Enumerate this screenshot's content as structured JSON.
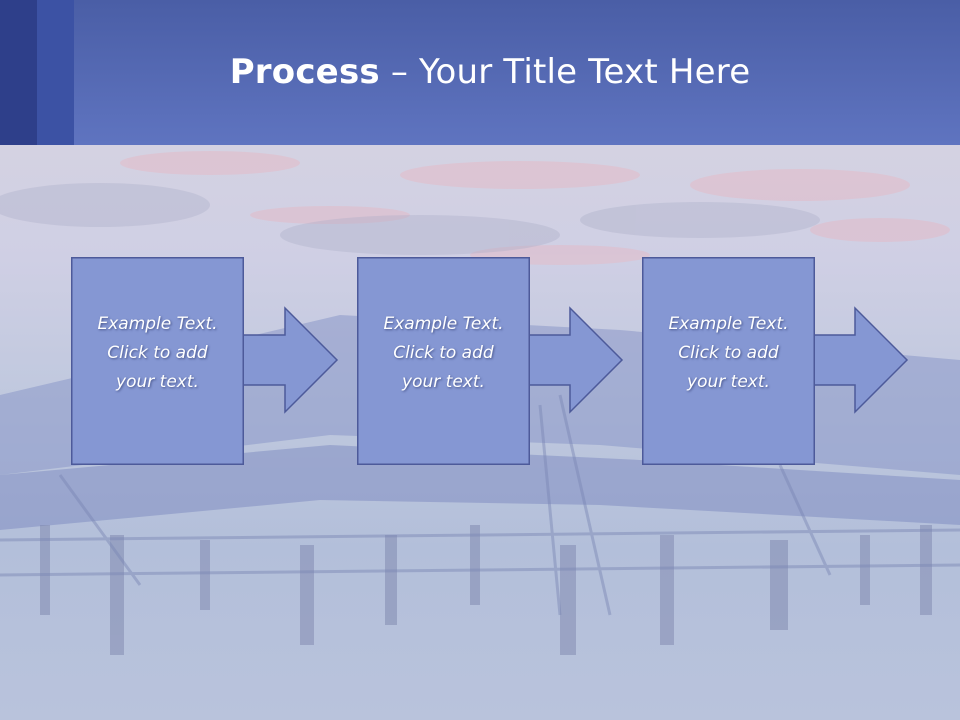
{
  "slide": {
    "title_bold": "Process",
    "title_rest": " – Your Title Text Here"
  },
  "steps": [
    {
      "line1": "Example Text.",
      "line2": "Click  to add",
      "line3": "your text."
    },
    {
      "line1": "Example Text.",
      "line2": "Click  to add",
      "line3": "your text."
    },
    {
      "line1": "Example Text.",
      "line2": "Click  to add",
      "line3": "your text."
    }
  ],
  "colors": {
    "header": "#5f74c0",
    "box_fill": "#8597d3",
    "box_stroke": "#4d5a9a"
  }
}
